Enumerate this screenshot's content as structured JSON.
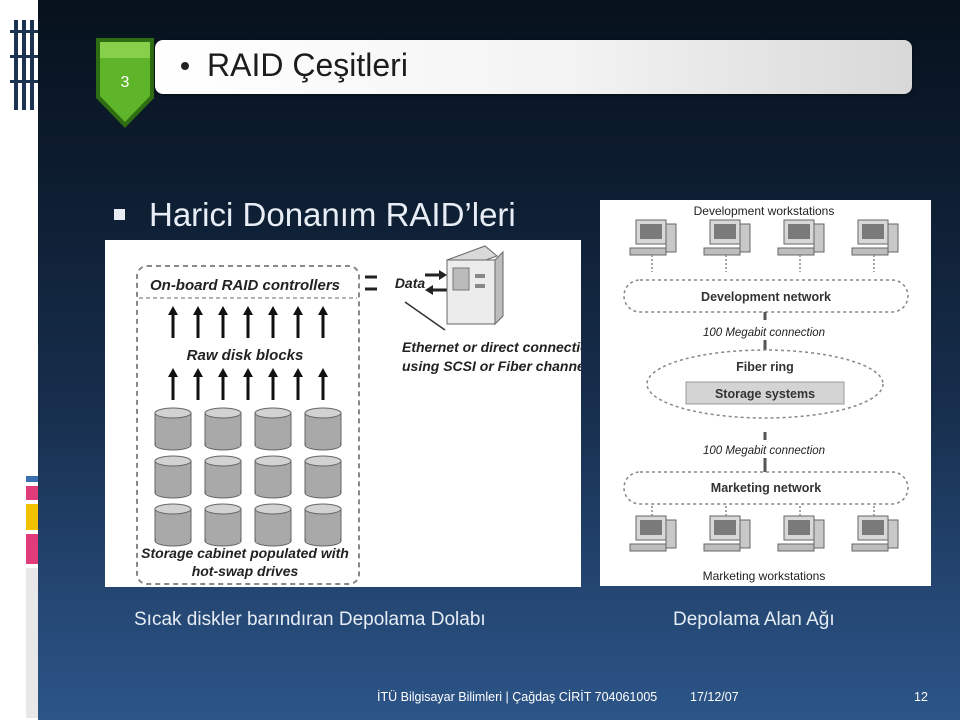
{
  "slide": {
    "number_badge": "3",
    "title": "RAID Çeşitleri",
    "subtitle": "Harici Donanım RAID’leri",
    "caption_left": "Sıcak diskler barındıran Depolama Dolabı",
    "caption_right": "Depolama Alan Ağı"
  },
  "figure_left": {
    "controllers_label": "On-board RAID controllers",
    "data_label": "Data",
    "raw_blocks_label": "Raw disk blocks",
    "connection_line1": "Ethernet or direct connection",
    "connection_line2": "using SCSI or Fiber channel",
    "cabinet_line1": "Storage cabinet populated with",
    "cabinet_line2": "hot-swap drives"
  },
  "figure_right": {
    "dev_workstations": "Development workstations",
    "dev_network": "Development network",
    "conn_top": "100 Megabit connection",
    "fiber_ring": "Fiber ring",
    "storage_systems": "Storage systems",
    "conn_bottom": "100 Megabit connection",
    "marketing_network": "Marketing network",
    "marketing_workstations": "Marketing workstations"
  },
  "footer": {
    "author": "İTÜ Bilgisayar Bilimleri | Çağdaş CİRİT 704061005",
    "date": "17/12/07",
    "page": "12"
  },
  "colors": {
    "badge_green": "#5fb52a",
    "background_top": "#07111d",
    "background_bottom": "#2c5588"
  }
}
